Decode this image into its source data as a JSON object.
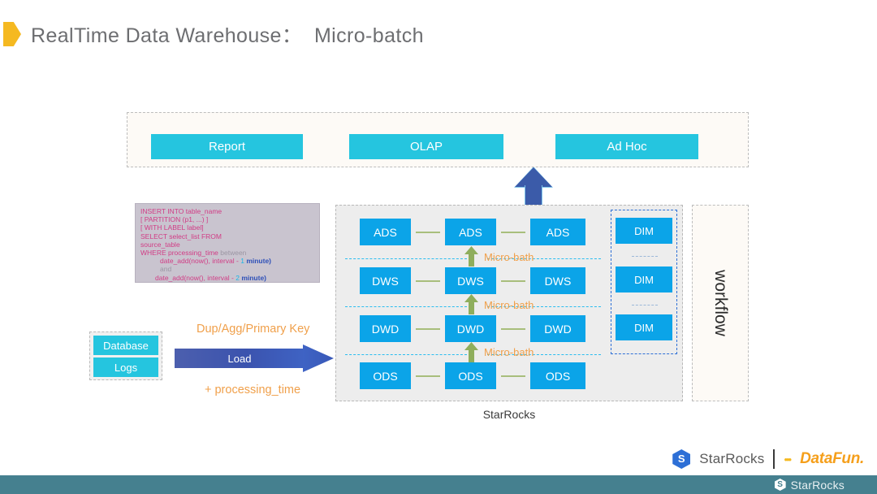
{
  "slide": {
    "title": "RealTime Data Warehouse：  Micro-batch",
    "bullet_icon": "arrow-bullet-icon"
  },
  "consumers": {
    "items": [
      {
        "label": "Report"
      },
      {
        "label": "OLAP"
      },
      {
        "label": "Ad Hoc"
      }
    ]
  },
  "flow": {
    "up_arrow_icon": "arrow-up-icon"
  },
  "sql": {
    "lines": [
      "INSERT INTO table_name",
      "[ PARTITION (p1, ...) ]",
      "[ WITH LABEL label]",
      "SELECT select_list FROM",
      "source_table",
      "WHERE processing_time between",
      "date_add(now(), interval - 1 minute)",
      "and",
      "date_add(now(), interval - 2 minute)"
    ],
    "l1": "INSERT INTO table_name",
    "l2": "[ PARTITION (p1, ...) ]",
    "l3": "[ WITH LABEL label]",
    "l4": "SELECT select_list FROM",
    "l5": "source_table",
    "l6_kw": "WHERE processing_time ",
    "l6_dim": "between",
    "l7_fn": "date_add(now(), interval - ",
    "l7_num": "1",
    "l7_unit": " minute)",
    "l8_dim": "and",
    "l9_fn": "date_add(now(), interval - ",
    "l9_num": "2",
    "l9_unit": " minute)"
  },
  "source": {
    "items": [
      {
        "label": "Database"
      },
      {
        "label": "Logs"
      }
    ]
  },
  "load": {
    "arrow_label": "Load",
    "top_label": "Dup/Agg/Primary Key",
    "bottom_label": "+ processing_time",
    "arrow_icon": "arrow-right-icon"
  },
  "warehouse": {
    "caption": "StarRocks",
    "layers": [
      {
        "name": "ADS",
        "boxes": [
          "ADS",
          "ADS",
          "ADS"
        ]
      },
      {
        "name": "DWS",
        "boxes": [
          "DWS",
          "DWS",
          "DWS"
        ]
      },
      {
        "name": "DWD",
        "boxes": [
          "DWD",
          "DWD",
          "DWD"
        ]
      },
      {
        "name": "ODS",
        "boxes": [
          "ODS",
          "ODS",
          "ODS"
        ]
      }
    ],
    "separators": [
      {
        "label": "Micro-bath"
      },
      {
        "label": "Micro-bath"
      },
      {
        "label": "Micro-bath"
      }
    ],
    "dimensions": {
      "boxes": [
        "DIM",
        "DIM",
        "DIM"
      ]
    }
  },
  "workflow": {
    "label": "workflow"
  },
  "footer": {
    "starrocks_label": "StarRocks",
    "datafun_label": "DataFun.",
    "datafun_dots": "•••",
    "bar_label": "StarRocks",
    "logo_icon": "starrocks-logo-icon"
  },
  "colors": {
    "accent_yellow": "#F5B921",
    "consumer_box": "#25C5DF",
    "layer_box": "#0BA4E8",
    "connector_green": "#A8BE7C",
    "arrow_green": "#8FAE5C",
    "separator_cyan": "#2BBDF0",
    "annotation_orange": "#F0A04B",
    "load_arrow_blue": "#3B53AE",
    "dim_border_blue": "#2D6FD6",
    "footer_bar": "#45808F",
    "sql_panel_bg": "#C9C4CF",
    "sql_text": "#D13C85"
  }
}
